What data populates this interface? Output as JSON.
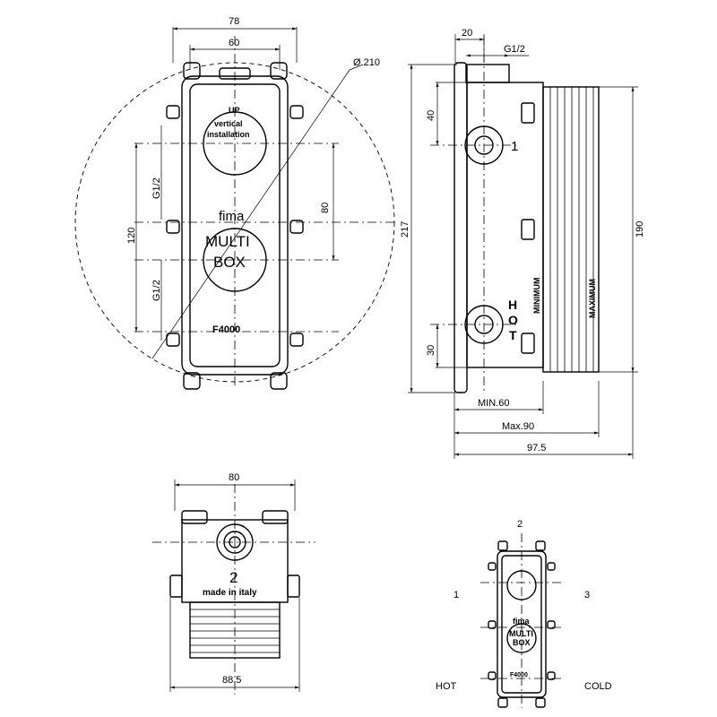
{
  "front_view": {
    "dim_width_outer": "78",
    "dim_width_inner": "60",
    "dim_circle": "Ø 210",
    "dim_height_ports": "120",
    "dim_height_mid": "80",
    "thread_top": "G1/2",
    "thread_bottom": "G1/2",
    "up_text": "UP",
    "vertical_text": "vertical",
    "installation_text": "installation",
    "brand": "fima",
    "product_line1": "MULTI",
    "product_line2": "BOX",
    "model": "F4000"
  },
  "side_view": {
    "dim_top_offset": "20",
    "thread": "G1/2",
    "dim_port_top": "40",
    "dim_height_total": "217",
    "dim_height_body": "190",
    "dim_port_bottom": "30",
    "port_label": "1",
    "hot_label": "HOT",
    "minimum_label": "MINIMUM",
    "maximum_label": "MAXIMUM",
    "dim_min": "MIN.60",
    "dim_max": "Max.90",
    "dim_depth": "97.5"
  },
  "bottom_view": {
    "dim_top": "80",
    "dim_bottom": "88.5",
    "port_label": "2",
    "made_in": "made in italy"
  },
  "legend_view": {
    "label_top": "2",
    "label_left": "1",
    "label_right": "3",
    "hot": "HOT",
    "cold": "COLD",
    "brand": "fima",
    "product_line1": "MULTI",
    "product_line2": "BOX",
    "model": "F4000"
  }
}
